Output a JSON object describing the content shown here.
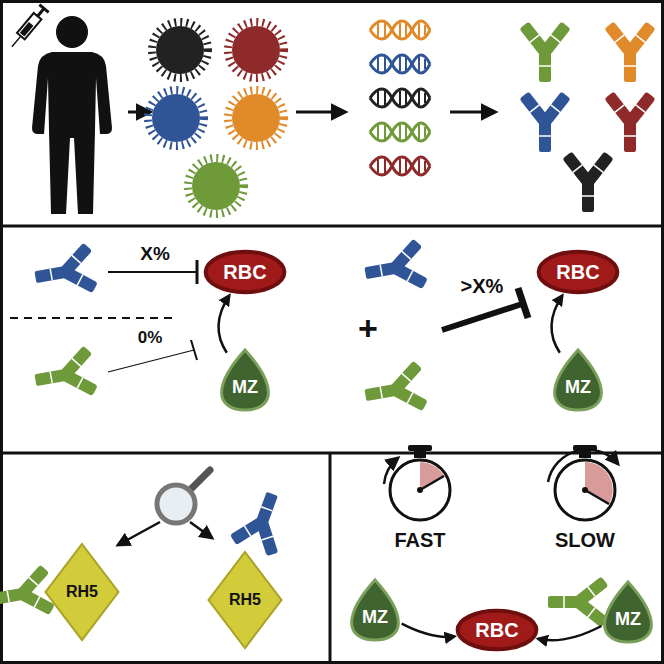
{
  "diagram": {
    "nodes": [
      {
        "text": [
          "RBC"
        ]
      },
      {
        "text": [
          "MZ"
        ]
      },
      {
        "text": [
          "RBC"
        ]
      },
      {
        "text": [
          "MZ"
        ]
      },
      {
        "text": [
          "RH5"
        ]
      },
      {
        "text": [
          "RH5"
        ]
      },
      {
        "text": [
          "MZ"
        ]
      },
      {
        "text": [
          "RBC"
        ]
      },
      {
        "text": [
          "MZ"
        ]
      }
    ],
    "edges": [
      {
        "from": 1,
        "to": 0,
        "arrow": "to"
      },
      {
        "from": 3,
        "to": 2,
        "arrow": "to"
      },
      {
        "from": 6,
        "to": 7,
        "arrow": "to"
      },
      {
        "from": 8,
        "to": 7,
        "arrow": "to"
      }
    ],
    "labels": [
      "X%",
      "0%",
      "+",
      ">X%",
      "FAST",
      "SLOW"
    ]
  }
}
